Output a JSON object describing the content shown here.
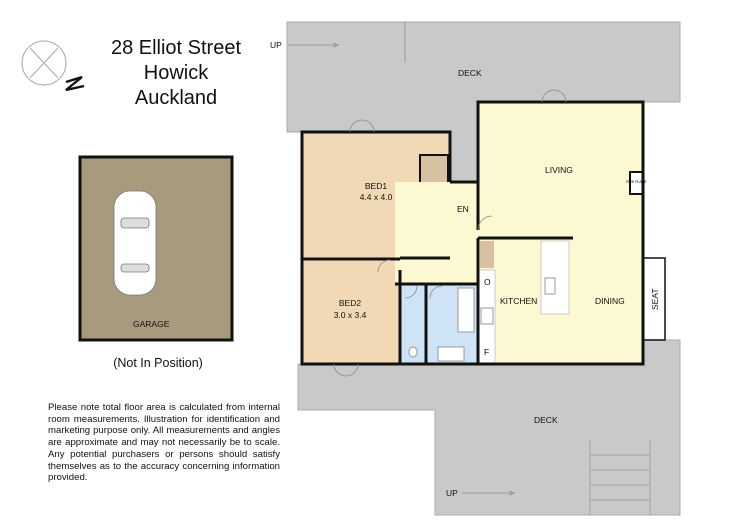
{
  "header": {
    "address_line1": "28 Elliot Street",
    "address_line2": "Howick",
    "address_line3": "Auckland"
  },
  "compass": {
    "icon": "north-compass-icon",
    "label": "N"
  },
  "rooms": {
    "deck_upper": "DECK",
    "deck_lower": "DECK",
    "up_upper": "UP",
    "up_lower": "UP",
    "bed1": {
      "name": "BED1",
      "size": "4.4 x 4.0"
    },
    "bed2": {
      "name": "BED2",
      "size": "3.0 x 3.4"
    },
    "en": "EN",
    "living": "LIVING",
    "kitchen": "KITCHEN",
    "dining": "DINING",
    "seat": "SEAT",
    "fireplace": "FIRE PLACE",
    "oven": "O",
    "fridge": "F",
    "garage": "GARAGE"
  },
  "garage_note": "(Not In Position)",
  "disclaimer": "Please note total floor area is calculated from internal room measurements. Illustration for identification and marketing purpose only. All measurements and angles are approximate and may not necessarily be to scale. Any potential purchasers or persons should satisfy themselves as to the accuracy concerning information provided.",
  "colors": {
    "deck": "#c9c9c9",
    "bedroom": "#f2d9b5",
    "living": "#fbf8d2",
    "wet": "#cfe3f6",
    "garage": "#a89a7c",
    "wardrobe": "#d8c1a0",
    "wall": "#111111"
  }
}
